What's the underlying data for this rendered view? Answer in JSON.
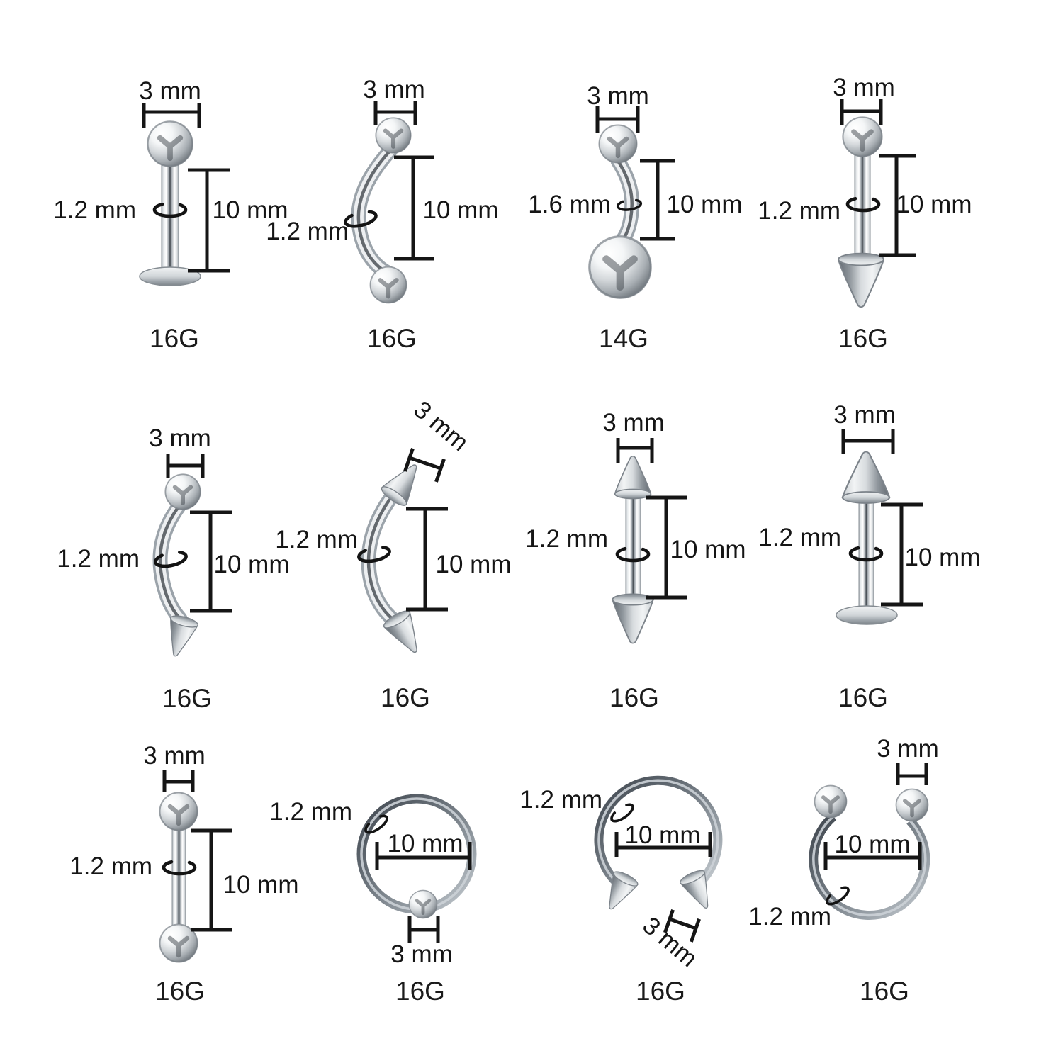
{
  "canvas": {
    "background": "#ffffff"
  },
  "colors": {
    "annotation": "#151515",
    "metal_light": "#f3f5f6",
    "metal_mid": "#aab1b7",
    "metal_dark": "#555c63",
    "ring_metal": "#4a525a"
  },
  "items": [
    {
      "name": "labret-ball-stud",
      "width_label": "3 mm",
      "thickness_label": "1.2 mm",
      "length_label": "10 mm",
      "gauge_label": "16G"
    },
    {
      "name": "curved-barbell-two-balls",
      "width_label": "3 mm",
      "thickness_label": "1.2 mm",
      "length_label": "10 mm",
      "gauge_label": "16G"
    },
    {
      "name": "belly-button-ring",
      "width_label": "3 mm",
      "thickness_label": "1.6 mm",
      "length_label": "10 mm",
      "gauge_label": "14G"
    },
    {
      "name": "straight-barbell-ball-spike",
      "width_label": "3 mm",
      "thickness_label": "1.2 mm",
      "length_label": "10 mm",
      "gauge_label": "16G"
    },
    {
      "name": "curved-barbell-ball-spike",
      "width_label": "3 mm",
      "thickness_label": "1.2 mm",
      "length_label": "10 mm",
      "gauge_label": "16G"
    },
    {
      "name": "curved-barbell-two-spikes",
      "width_label": "3 mm",
      "thickness_label": "1.2 mm",
      "length_label": "10 mm",
      "gauge_label": "16G"
    },
    {
      "name": "straight-barbell-two-spikes",
      "width_label": "3 mm",
      "thickness_label": "1.2 mm",
      "length_label": "10 mm",
      "gauge_label": "16G"
    },
    {
      "name": "labret-spike-stud",
      "width_label": "3 mm",
      "thickness_label": "1.2 mm",
      "length_label": "10 mm",
      "gauge_label": "16G"
    },
    {
      "name": "straight-barbell-two-balls",
      "width_label": "3 mm",
      "thickness_label": "1.2 mm",
      "length_label": "10 mm",
      "gauge_label": "16G"
    },
    {
      "name": "captive-bead-ring",
      "width_label": "3 mm",
      "thickness_label": "1.2 mm",
      "length_label": "10 mm",
      "gauge_label": "16G"
    },
    {
      "name": "horseshoe-barbell-spikes",
      "width_label": "3 mm",
      "thickness_label": "1.2 mm",
      "length_label": "10 mm",
      "gauge_label": "16G"
    },
    {
      "name": "horseshoe-barbell-balls",
      "width_label": "3 mm",
      "thickness_label": "1.2 mm",
      "length_label": "10 mm",
      "gauge_label": "16G"
    }
  ]
}
